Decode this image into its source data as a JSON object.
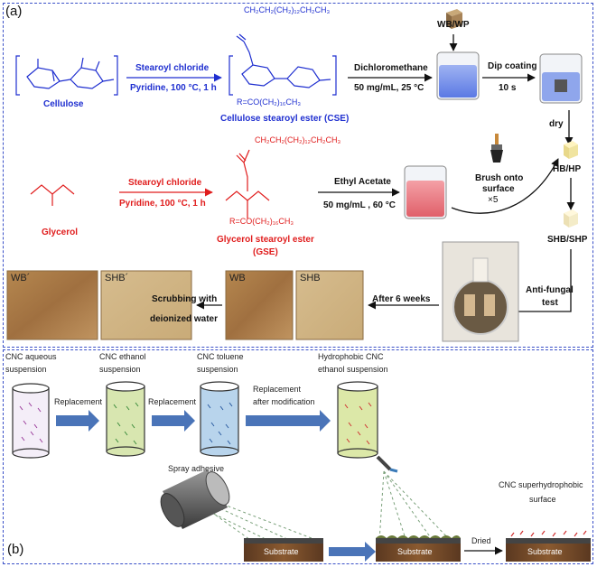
{
  "panel_a": {
    "label": "(a)",
    "row1": {
      "reagent_top": "Stearoyl chloride",
      "reagent_bottom": "Pyridine, 100 °C, 1 h",
      "start_name": "Cellulose",
      "product_name": "Cellulose stearoyl ester (CSE)",
      "chain": "CH₂CH₂(CH₂)₁₂CH₂CH₃",
      "r_group": "R=CO(CH₂)₁₆CH₃",
      "solvent_top": "Dichloromethane",
      "solvent_bottom": "50 mg/mL, 25 °C",
      "wood_label": "WB/WP",
      "dip_top": "Dip coating",
      "dip_bottom": "10 s",
      "dry": "dry"
    },
    "row2": {
      "reagent_top": "Stearoyl chloride",
      "reagent_bottom": "Pyridine, 100 °C, 1 h",
      "start_name": "Glycerol",
      "product_name_1": "Glycerol stearoyl ester",
      "product_name_2": "(GSE)",
      "chain": "CH₂CH₂(CH₂)₁₂CH₂CH₃",
      "r_group": "R=CO(CH₂)₁₆CH₃",
      "solvent_top": "Ethyl Acetate",
      "solvent_bottom": "50 mg/mL , 60 °C",
      "brush_1": "Brush onto",
      "brush_2": "surface",
      "brush_3": "×5",
      "hb": "HB/HP",
      "shb": "SHB/SHP"
    },
    "row3": {
      "photo_wb2": "WB´",
      "photo_shb2": "SHB´",
      "scrub_1": "Scrubbing with",
      "scrub_2": "deionized water",
      "photo_wb": "WB",
      "photo_shb": "SHB",
      "weeks": "After 6 weeks",
      "antifungal_1": "Anti-fungal",
      "antifungal_2": "test"
    }
  },
  "panel_b": {
    "label": "(b)",
    "beaker1": [
      "CNC aqueous",
      "suspension"
    ],
    "beaker2": [
      "CNC ethanol",
      "suspension"
    ],
    "beaker3": [
      "CNC toluene",
      "suspension"
    ],
    "beaker4": [
      "Hydrophobic CNC",
      "ethanol suspension"
    ],
    "replace1": "Replacement",
    "replace2": "Replacement",
    "replace3": [
      "Replacement",
      "after modification"
    ],
    "spray": "Spray adhesive",
    "substrate": "Substrate",
    "dried": "Dried",
    "final": [
      "CNC superhydrophobic",
      "surface"
    ]
  },
  "colors": {
    "panel_border": "#3a50c8",
    "blue_text": "#1f2fd0",
    "red_text": "#e01c1c",
    "arrow_blue": "#4a74b8"
  }
}
